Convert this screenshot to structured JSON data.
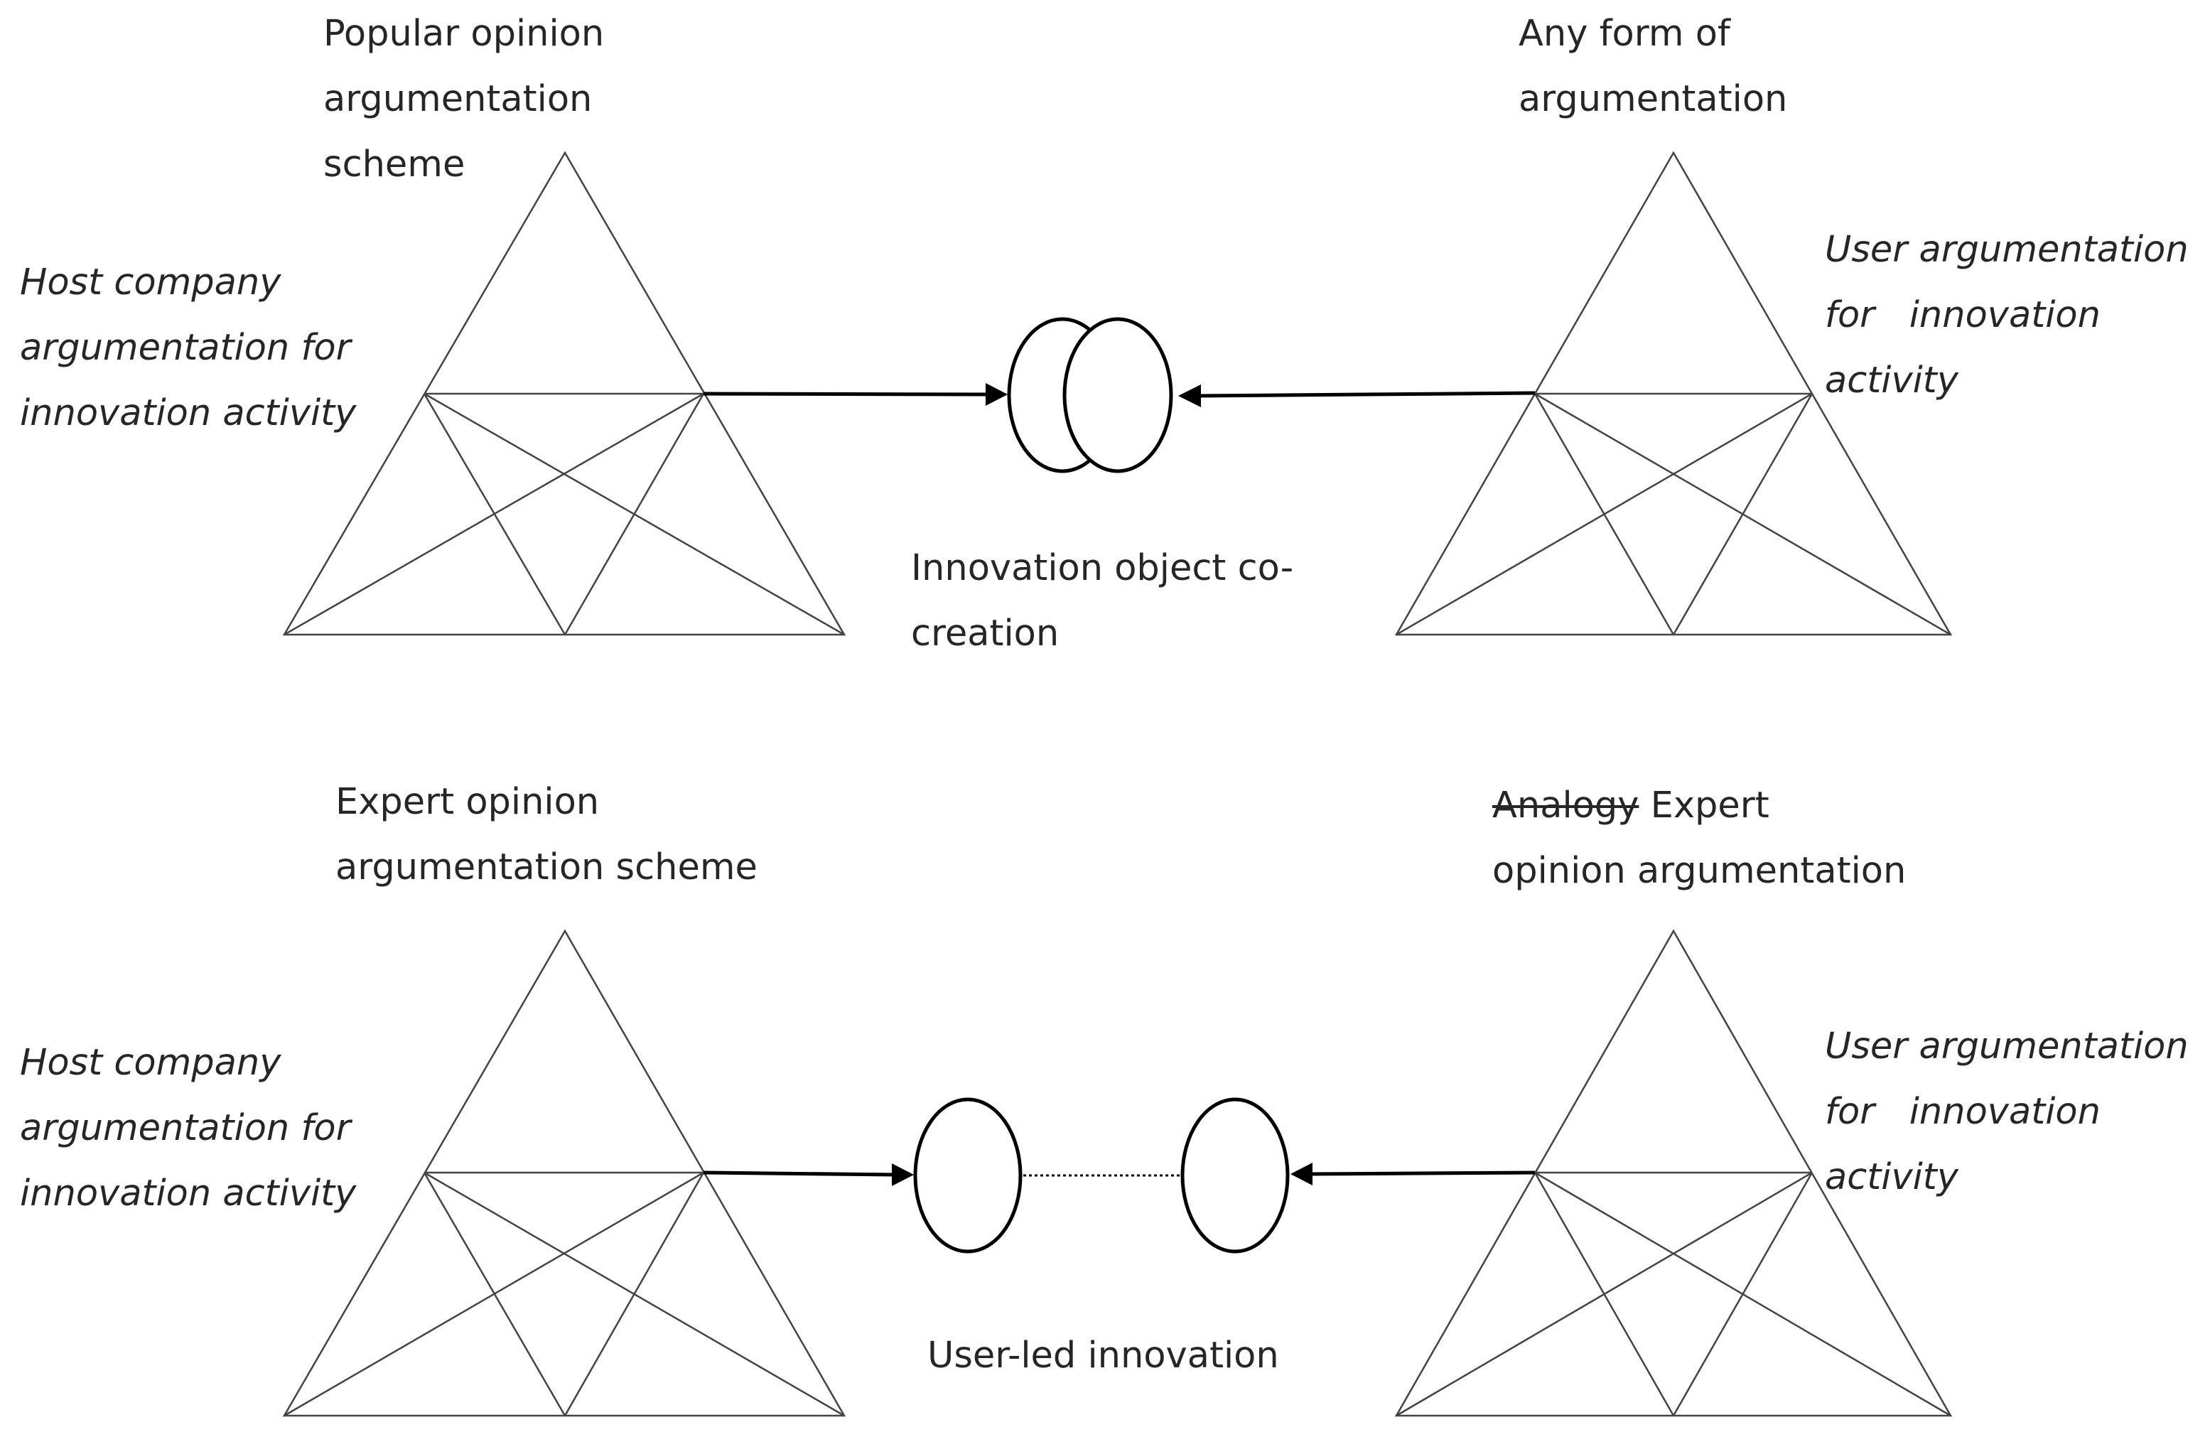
{
  "panels": [
    {
      "id": "top",
      "left_top_label": [
        "Popular opinion",
        "argumentation",
        "scheme"
      ],
      "left_side_label": [
        "Host company",
        "argumentation for",
        "innovation activity"
      ],
      "right_top_label": [
        "Any form of",
        "argumentation"
      ],
      "right_side_label": [
        "User argumentation",
        "for   innovation",
        "activity"
      ],
      "center_label": [
        "Innovation object co-",
        "creation"
      ],
      "object_style": "overlapping-ellipses"
    },
    {
      "id": "bottom",
      "left_top_label": [
        "Expert opinion",
        "argumentation scheme"
      ],
      "left_side_label": [
        "Host company",
        "argumentation for",
        "innovation activity"
      ],
      "right_top_label_struck": "Analogy",
      "right_top_label_rest": " Expert",
      "right_top_label_line2": "opinion argumentation",
      "right_side_label": [
        "User argumentation",
        "for   innovation",
        "activity"
      ],
      "center_label": [
        "User-led innovation"
      ],
      "object_style": "separate-ellipses-dotted-link"
    }
  ],
  "colors": {
    "line": "#333333",
    "text": "#262626",
    "background": "#ffffff"
  }
}
